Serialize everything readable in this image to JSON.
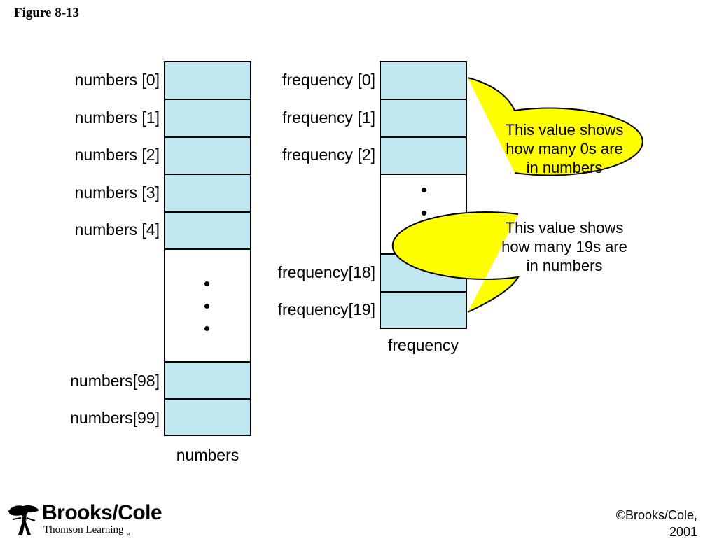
{
  "figure_title": "Figure 8-13",
  "numbers_array": {
    "caption": "numbers",
    "top_labels": [
      "numbers [0]",
      "numbers [1]",
      "numbers [2]",
      "numbers [3]",
      "numbers [4]"
    ],
    "bottom_labels": [
      "numbers[98]",
      "numbers[99]"
    ]
  },
  "frequency_array": {
    "caption": "frequency",
    "top_labels": [
      "frequency [0]",
      "frequency [1]",
      "frequency [2]"
    ],
    "bottom_labels": [
      "frequency[18]",
      "frequency[19]"
    ]
  },
  "callouts": [
    {
      "lines": [
        "This value shows",
        "how many 0s are",
        "in numbers"
      ]
    },
    {
      "lines": [
        "This value shows",
        "how many 19s are",
        "in numbers"
      ]
    }
  ],
  "colors": {
    "cell_fill": "#c1e8f1",
    "callout_fill": "#ffff00"
  },
  "logo": {
    "name": "Brooks/Cole",
    "subtitle": "Thomson Learning",
    "trademark": "TM",
    "icon": "tree-icon"
  },
  "copyright": {
    "line1": "©Brooks/Cole,",
    "line2": "2001"
  }
}
